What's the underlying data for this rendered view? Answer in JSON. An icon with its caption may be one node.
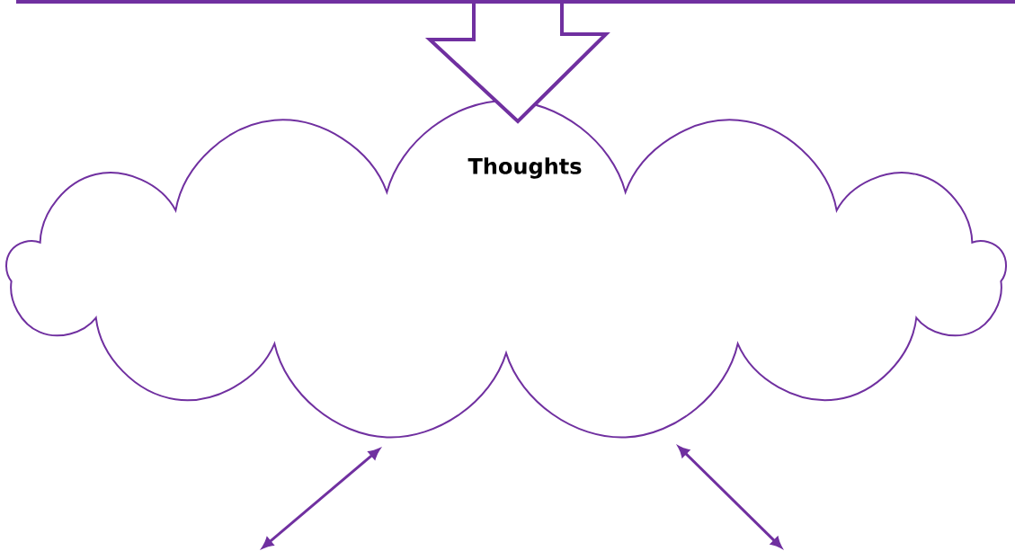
{
  "diagram": {
    "nodes": [
      {
        "text": [],
        "shape": "box"
      },
      {
        "text": [
          "Thoughts"
        ]
      }
    ],
    "edges": [
      {
        "from": 0,
        "to": 1,
        "arrow": "to",
        "style": "thick"
      },
      {
        "from": 1,
        "to": null,
        "arrow": "both"
      },
      {
        "from": 1,
        "to": null,
        "arrow": "both"
      }
    ]
  }
}
